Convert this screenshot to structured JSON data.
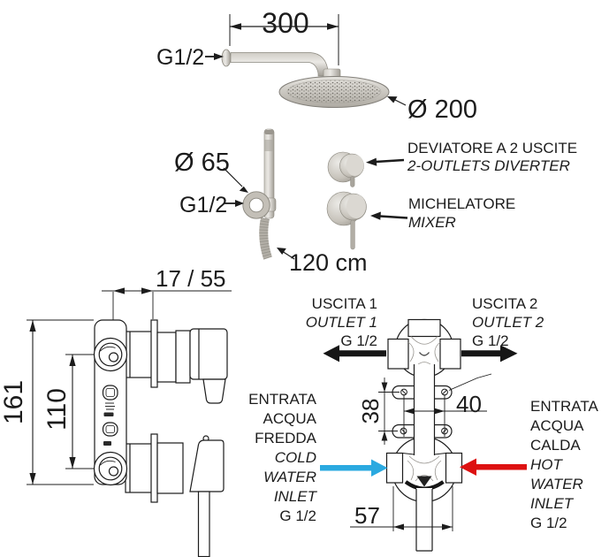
{
  "colors": {
    "cold_arrow": "#2aa9e0",
    "hot_arrow": "#dd1111",
    "outlet_arrow": "#161616",
    "linework": "#1c1c1c"
  },
  "overhead_shower": {
    "arm_length": "300",
    "wall_thread": "G1/2",
    "head_diameter": "Ø 200"
  },
  "hand_shower": {
    "holder_diameter": "Ø 65",
    "wall_thread": "G1/2",
    "hose_length": "120 cm"
  },
  "controls": {
    "diverter": {
      "it": "DEVIATORE A 2 USCITE",
      "en": "2-OUTLETS DIVERTER"
    },
    "mixer": {
      "it": "MICHELATORE",
      "en": "MIXER"
    }
  },
  "side_view": {
    "installation_depth": "17 / 55",
    "total_height": "161",
    "interaxis": "110"
  },
  "front_view": {
    "outlet1": {
      "it": "USCITA 1",
      "en": "OUTLET 1",
      "thread": "G 1/2"
    },
    "outlet2": {
      "it": "USCITA 2",
      "en": "OUTLET 2",
      "thread": "G 1/2"
    },
    "cold_inlet": {
      "it": [
        "ENTRATA",
        "ACQUA",
        "FREDDA"
      ],
      "en": [
        "COLD",
        "WATER",
        "INLET"
      ],
      "thread": "G 1/2"
    },
    "hot_inlet": {
      "it": [
        "ENTRATA",
        "ACQUA",
        "CALDA"
      ],
      "en": [
        "HOT",
        "WATER",
        "INLET"
      ],
      "thread": "G 1/2"
    },
    "bracket_distance": "38",
    "screw_distance": "40",
    "body_width": "57"
  }
}
